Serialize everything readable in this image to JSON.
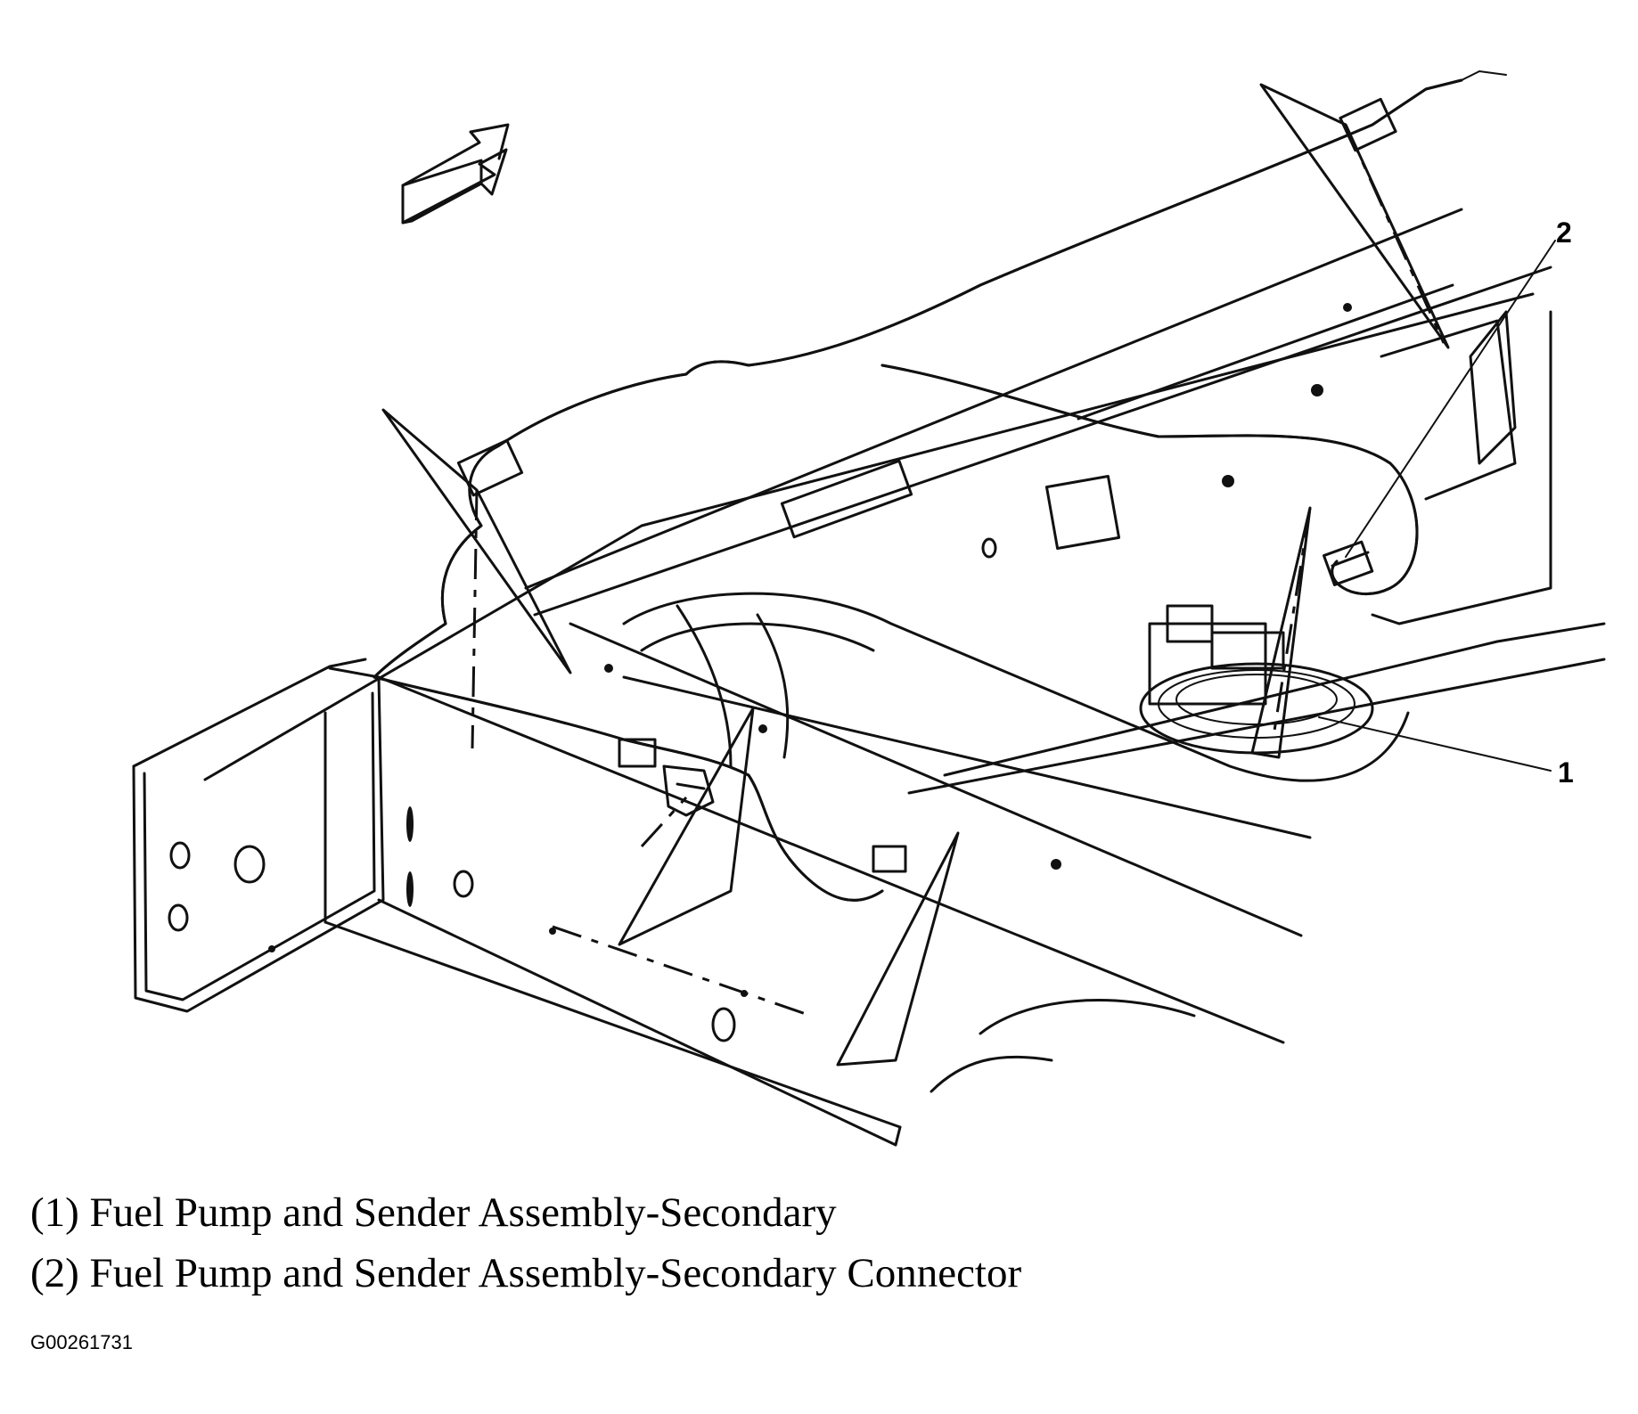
{
  "legend": [
    {
      "text": "(1) Fuel Pump and Sender Assembly-Secondary"
    },
    {
      "text": "(2) Fuel Pump and Sender Assembly-Secondary Connector"
    }
  ],
  "callouts": {
    "one": "1",
    "two": "2"
  },
  "figure_id": "G00261731",
  "icons": {
    "direction": "forward-arrow-icon"
  }
}
